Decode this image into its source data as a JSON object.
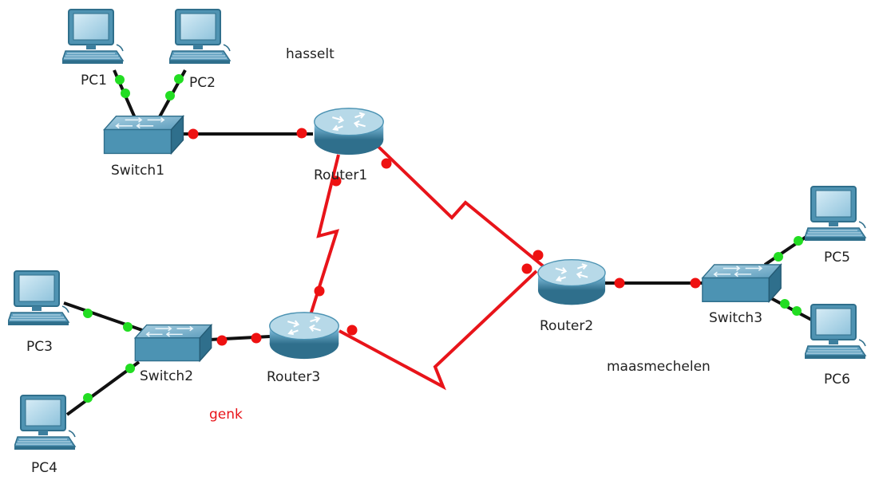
{
  "colors": {
    "ethernet_link": "#111111",
    "serial_link": "#e8141a",
    "port_up": "#22dd22",
    "port_down": "#ee1111",
    "device_body": "#4c93b3",
    "device_dark": "#2f6f8c",
    "area_label_highlight": "#e8141a"
  },
  "areas": {
    "hasselt": "hasselt",
    "genk": "genk",
    "maasmechelen": "maasmechelen"
  },
  "devices": {
    "pc1": {
      "label": "PC1",
      "type": "pc"
    },
    "pc2": {
      "label": "PC2",
      "type": "pc"
    },
    "pc3": {
      "label": "PC3",
      "type": "pc"
    },
    "pc4": {
      "label": "PC4",
      "type": "pc"
    },
    "pc5": {
      "label": "PC5",
      "type": "pc"
    },
    "pc6": {
      "label": "PC6",
      "type": "pc"
    },
    "switch1": {
      "label": "Switch1",
      "type": "switch"
    },
    "switch2": {
      "label": "Switch2",
      "type": "switch"
    },
    "switch3": {
      "label": "Switch3",
      "type": "switch"
    },
    "router1": {
      "label": "Router1",
      "type": "router"
    },
    "router2": {
      "label": "Router2",
      "type": "router"
    },
    "router3": {
      "label": "Router3",
      "type": "router"
    }
  },
  "links": [
    {
      "from": "pc1",
      "to": "switch1",
      "kind": "ethernet",
      "status": "up"
    },
    {
      "from": "pc2",
      "to": "switch1",
      "kind": "ethernet",
      "status": "up"
    },
    {
      "from": "switch1",
      "to": "router1",
      "kind": "ethernet",
      "status": "down"
    },
    {
      "from": "pc3",
      "to": "switch2",
      "kind": "ethernet",
      "status": "up"
    },
    {
      "from": "pc4",
      "to": "switch2",
      "kind": "ethernet",
      "status": "up"
    },
    {
      "from": "switch2",
      "to": "router3",
      "kind": "ethernet",
      "status": "down"
    },
    {
      "from": "pc5",
      "to": "switch3",
      "kind": "ethernet",
      "status": "up"
    },
    {
      "from": "pc6",
      "to": "switch3",
      "kind": "ethernet",
      "status": "up"
    },
    {
      "from": "router2",
      "to": "switch3",
      "kind": "ethernet",
      "status": "down"
    },
    {
      "from": "router1",
      "to": "router3",
      "kind": "serial",
      "status": "down"
    },
    {
      "from": "router1",
      "to": "router2",
      "kind": "serial",
      "status": "down"
    },
    {
      "from": "router3",
      "to": "router2",
      "kind": "serial",
      "status": "down"
    }
  ]
}
